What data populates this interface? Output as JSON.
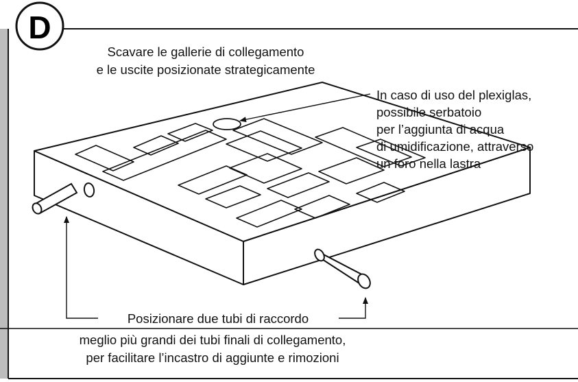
{
  "panel": {
    "badge": "D"
  },
  "captions": {
    "top_line1": "Scavare le gallerie di collegamento",
    "top_line2": "e le uscite posizionate strategicamente",
    "right_line1": "In caso di uso del plexiglas,",
    "right_line2": "possibile serbatoio",
    "right_line3": "per l’aggiunta di acqua",
    "right_line4": "di umidificazione, attraverso",
    "right_line5": "un foro nella lastra",
    "bottom_line1": "Posizionare due tubi di raccordo",
    "bottom_line2": "meglio più grandi dei tubi finali di collegamento,",
    "bottom_line3": "per facilitare l’incastro di aggiunte e rimozioni"
  },
  "colors": {
    "ink": "#111111",
    "frame_shadow": "#bdbdbd",
    "background": "#ffffff"
  }
}
